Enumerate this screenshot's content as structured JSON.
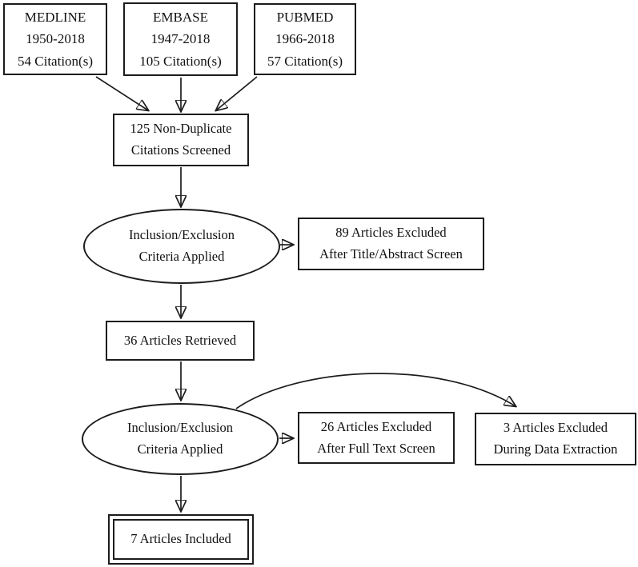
{
  "colors": {
    "line": "#1c1c1c",
    "background": "#ffffff",
    "text": "#111111"
  },
  "flow": {
    "medline": {
      "name": "MEDLINE",
      "years": "1950-2018",
      "citations": "54 Citation(s)"
    },
    "embase": {
      "name": "EMBASE",
      "years": "1947-2018",
      "citations": "105 Citation(s)"
    },
    "pubmed": {
      "name": "PUBMED",
      "years": "1966-2018",
      "citations": "57 Citation(s)"
    },
    "screened": {
      "line1": "125 Non-Duplicate",
      "line2": "Citations Screened"
    },
    "criteria1": {
      "line1": "Inclusion/Exclusion",
      "line2": "Criteria Applied"
    },
    "excluded_title_abstract": {
      "line1": "89 Articles Excluded",
      "line2": "After Title/Abstract Screen"
    },
    "retrieved": {
      "line1": "36 Articles Retrieved"
    },
    "criteria2": {
      "line1": "Inclusion/Exclusion",
      "line2": "Criteria Applied"
    },
    "excluded_full_text": {
      "line1": "26 Articles Excluded",
      "line2": "After Full Text Screen"
    },
    "excluded_data_extraction": {
      "line1": "3 Articles Excluded",
      "line2": "During Data Extraction"
    },
    "included": {
      "line1": "7 Articles Included"
    }
  },
  "edges": [
    {
      "from": "medline",
      "to": "screened"
    },
    {
      "from": "embase",
      "to": "screened"
    },
    {
      "from": "pubmed",
      "to": "screened"
    },
    {
      "from": "screened",
      "to": "criteria1"
    },
    {
      "from": "criteria1",
      "to": "excluded_title_abstract"
    },
    {
      "from": "criteria1",
      "to": "retrieved"
    },
    {
      "from": "retrieved",
      "to": "criteria2"
    },
    {
      "from": "criteria2",
      "to": "excluded_full_text"
    },
    {
      "from": "criteria2",
      "to": "excluded_data_extraction"
    },
    {
      "from": "criteria2",
      "to": "included"
    }
  ]
}
